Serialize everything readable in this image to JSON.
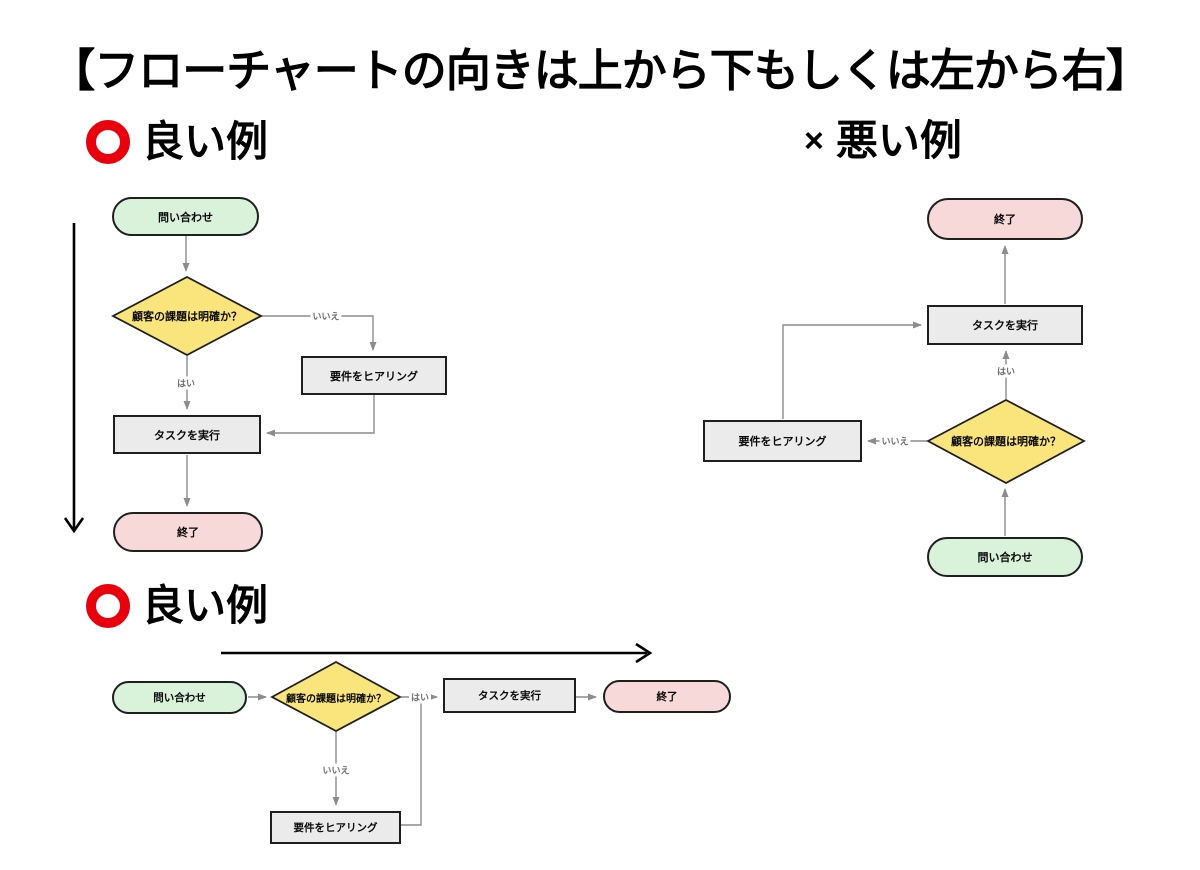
{
  "title": "【フローチャートの向きは上から下もしくは左から右】",
  "sections": {
    "good_vertical": {
      "heading": "良い例"
    },
    "bad_vertical": {
      "marker": "×",
      "heading": "悪い例"
    },
    "good_horizontal": {
      "heading": "良い例"
    }
  },
  "flowcharts": {
    "good_vertical": {
      "start": "問い合わせ",
      "decision": "顧客の課題は明確か？",
      "yes_label": "はい",
      "no_label": "いいえ",
      "hearing": "要件をヒアリング",
      "task": "タスクを実行",
      "end": "終了"
    },
    "bad_vertical": {
      "start": "問い合わせ",
      "decision": "顧客の課題は明確か？",
      "yes_label": "はい",
      "no_label": "いいえ",
      "hearing": "要件をヒアリング",
      "task": "タスクを実行",
      "end": "終了"
    },
    "good_horizontal": {
      "start": "問い合わせ",
      "decision": "顧客の課題は明確か？",
      "yes_label": "はい",
      "no_label": "いいえ",
      "hearing": "要件をヒアリング",
      "task": "タスクを実行",
      "end": "終了"
    }
  },
  "colors": {
    "start_fill": "#D9F2DA",
    "end_fill": "#F7D9D9",
    "decision_fill": "#FAE47C",
    "process_fill": "#EBEBEB",
    "node_border": "#1F1F1F",
    "connector": "#8C8C8C",
    "edge_label": "#6E6E6E",
    "good_marker": "#E8000D"
  }
}
